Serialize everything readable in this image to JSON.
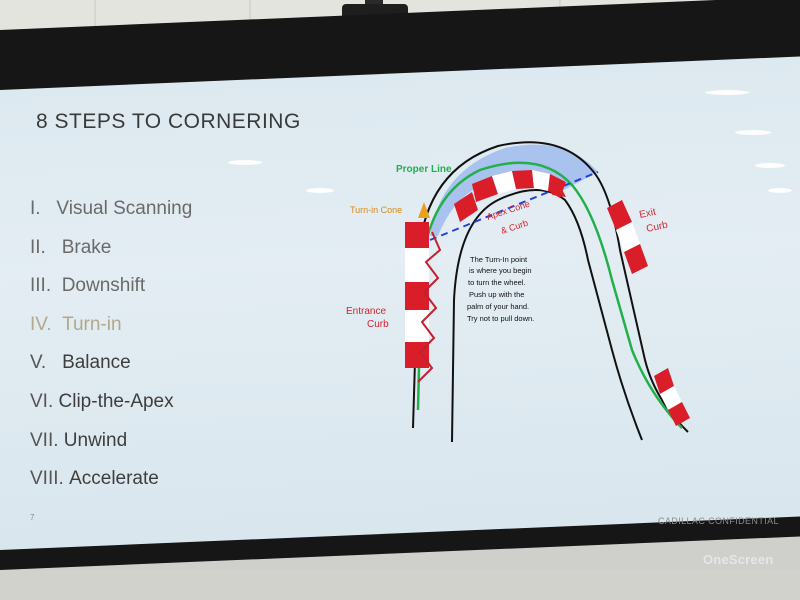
{
  "slide": {
    "title": "8 STEPS TO CORNERING",
    "page_number": "7",
    "confidential": "CADILLAC CONFIDENTIAL",
    "steps": [
      {
        "numeral": "I.",
        "label": "Visual Scanning",
        "state": "dim"
      },
      {
        "numeral": "II.",
        "label": "Brake",
        "state": "dim"
      },
      {
        "numeral": "III.",
        "label": "Downshift",
        "state": "dim"
      },
      {
        "numeral": "IV.",
        "label": "Turn-in",
        "state": "active"
      },
      {
        "numeral": "V.",
        "label": "Balance",
        "state": "normal"
      },
      {
        "numeral": "VI.",
        "label": "Clip-the-Apex",
        "state": "normal"
      },
      {
        "numeral": "VII.",
        "label": "Unwind",
        "state": "normal"
      },
      {
        "numeral": "VIII.",
        "label": "Accelerate",
        "state": "normal"
      }
    ]
  },
  "diagram": {
    "proper_line": "Proper Line",
    "turn_in_cone": "Turn-in Cone",
    "apex_line1": "Apex Cone",
    "apex_line2": "& Curb",
    "exit_line1": "Exit",
    "exit_line2": "Curb",
    "entrance_line1": "Entrance",
    "entrance_line2": "Curb",
    "note_lines": [
      "The Turn-In point",
      "is where you begin",
      "to turn the wheel.",
      "Push up with the",
      "palm of your hand.",
      "Try not to pull down."
    ],
    "colors": {
      "proper_line": "#22b04b",
      "curb_red": "#d91e2a",
      "label_red": "#d4232f",
      "cone_orange": "#e8a11d",
      "turn_zone": "#a9c2ee",
      "dashed_line": "#2241d6",
      "active_step": "#b4a78a"
    }
  },
  "monitor": {
    "brand": "OneScreen"
  }
}
